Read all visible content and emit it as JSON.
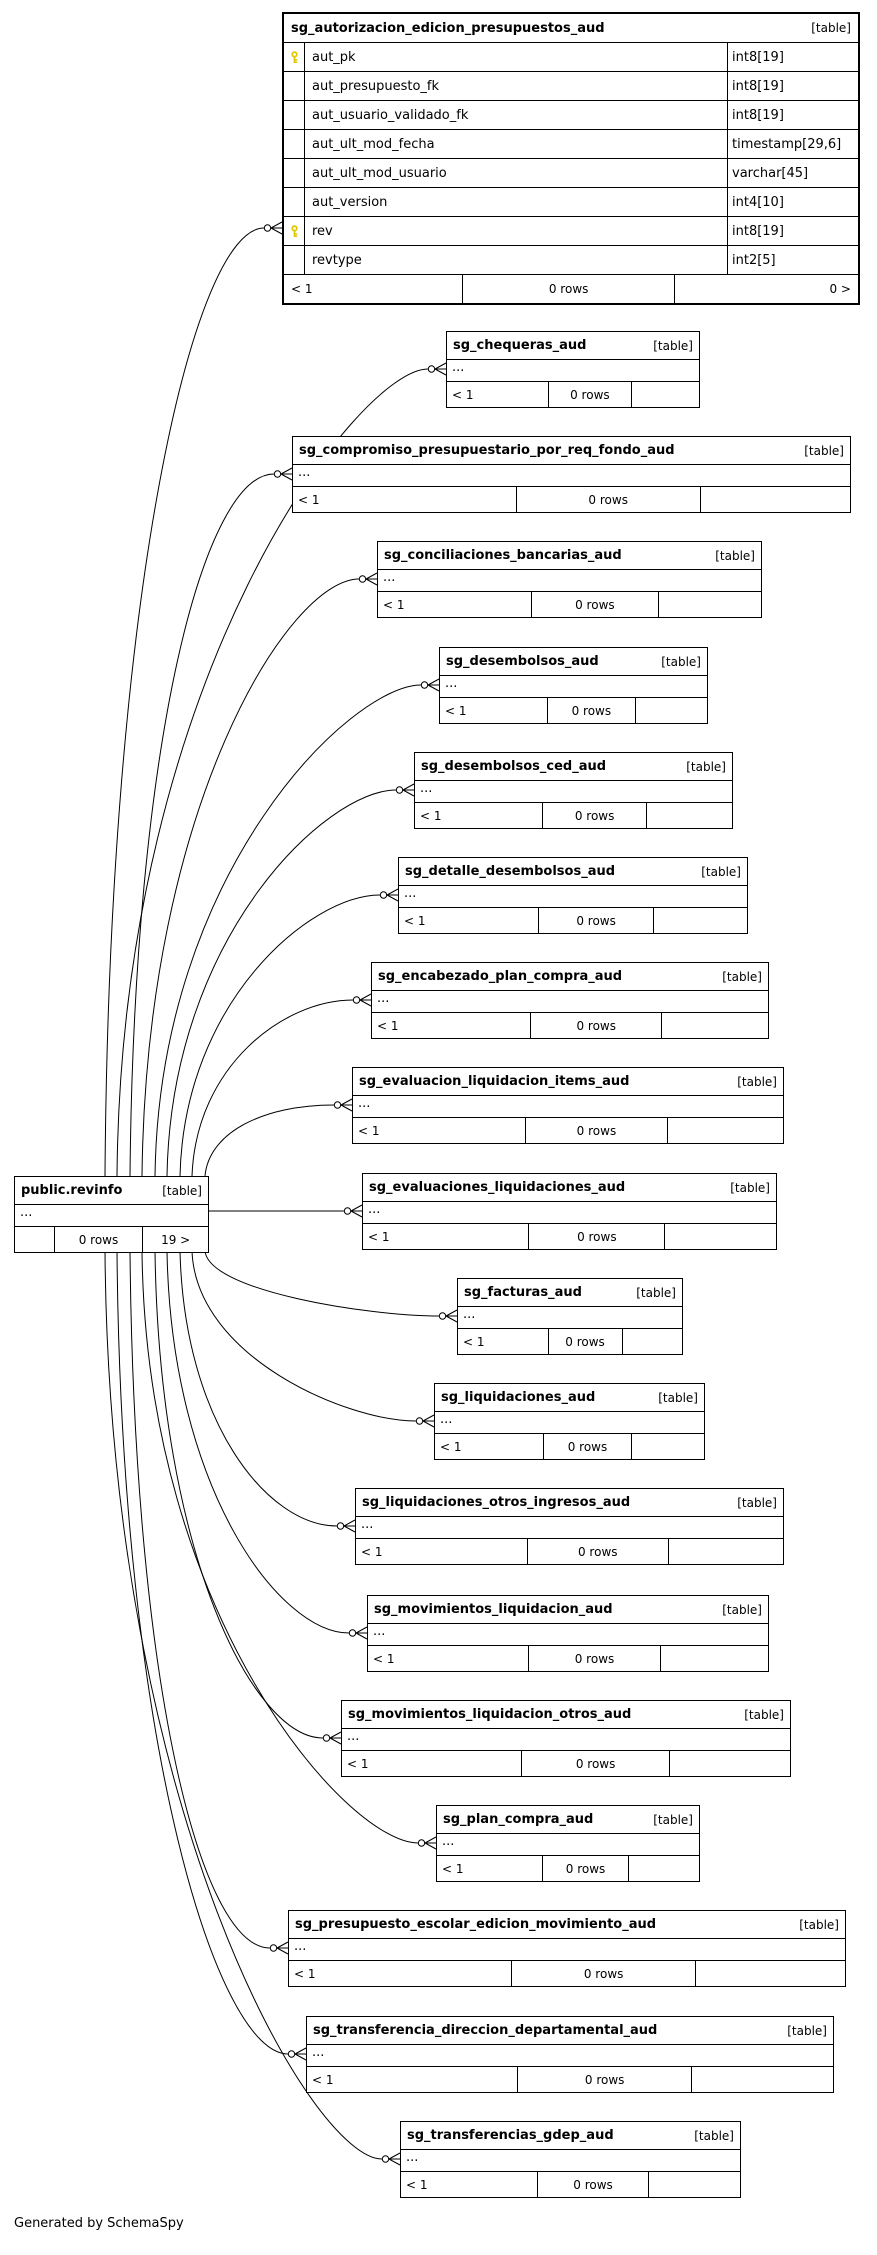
{
  "generator_note": "Generated by SchemaSpy",
  "colors": {
    "background": "#ffffff",
    "border": "#000000",
    "primary_key_icon": "#dfc700"
  },
  "main_table": {
    "name": "sg_autorizacion_edicion_presupuestos_aud",
    "tag": "[table]",
    "columns": [
      {
        "name": "aut_pk",
        "type": "int8[19]",
        "key": true
      },
      {
        "name": "aut_presupuesto_fk",
        "type": "int8[19]",
        "key": false
      },
      {
        "name": "aut_usuario_validado_fk",
        "type": "int8[19]",
        "key": false
      },
      {
        "name": "aut_ult_mod_fecha",
        "type": "timestamp[29,6]",
        "key": false
      },
      {
        "name": "aut_ult_mod_usuario",
        "type": "varchar[45]",
        "key": false
      },
      {
        "name": "aut_version",
        "type": "int4[10]",
        "key": false
      },
      {
        "name": "rev",
        "type": "int8[19]",
        "key": true
      },
      {
        "name": "revtype",
        "type": "int2[5]",
        "key": false
      }
    ],
    "footer": {
      "left": "< 1",
      "center": "0 rows",
      "right": "0 >"
    }
  },
  "revinfo": {
    "name": "public.revinfo",
    "tag": "[table]",
    "ellipsis": "...",
    "footer": {
      "left": "",
      "center": "0 rows",
      "right": "19 >"
    }
  },
  "related_tables": [
    {
      "name": "sg_chequeras_aud",
      "tag": "[table]",
      "ellipsis": "...",
      "footer": {
        "left": "< 1",
        "center": "0 rows",
        "right": ""
      }
    },
    {
      "name": "sg_compromiso_presupuestario_por_req_fondo_aud",
      "tag": "[table]",
      "ellipsis": "...",
      "footer": {
        "left": "< 1",
        "center": "0 rows",
        "right": ""
      }
    },
    {
      "name": "sg_conciliaciones_bancarias_aud",
      "tag": "[table]",
      "ellipsis": "...",
      "footer": {
        "left": "< 1",
        "center": "0 rows",
        "right": ""
      }
    },
    {
      "name": "sg_desembolsos_aud",
      "tag": "[table]",
      "ellipsis": "...",
      "footer": {
        "left": "< 1",
        "center": "0 rows",
        "right": ""
      }
    },
    {
      "name": "sg_desembolsos_ced_aud",
      "tag": "[table]",
      "ellipsis": "...",
      "footer": {
        "left": "< 1",
        "center": "0 rows",
        "right": ""
      }
    },
    {
      "name": "sg_detalle_desembolsos_aud",
      "tag": "[table]",
      "ellipsis": "...",
      "footer": {
        "left": "< 1",
        "center": "0 rows",
        "right": ""
      }
    },
    {
      "name": "sg_encabezado_plan_compra_aud",
      "tag": "[table]",
      "ellipsis": "...",
      "footer": {
        "left": "< 1",
        "center": "0 rows",
        "right": ""
      }
    },
    {
      "name": "sg_evaluacion_liquidacion_items_aud",
      "tag": "[table]",
      "ellipsis": "...",
      "footer": {
        "left": "< 1",
        "center": "0 rows",
        "right": ""
      }
    },
    {
      "name": "sg_evaluaciones_liquidaciones_aud",
      "tag": "[table]",
      "ellipsis": "...",
      "footer": {
        "left": "< 1",
        "center": "0 rows",
        "right": ""
      }
    },
    {
      "name": "sg_facturas_aud",
      "tag": "[table]",
      "ellipsis": "...",
      "footer": {
        "left": "< 1",
        "center": "0 rows",
        "right": ""
      }
    },
    {
      "name": "sg_liquidaciones_aud",
      "tag": "[table]",
      "ellipsis": "...",
      "footer": {
        "left": "< 1",
        "center": "0 rows",
        "right": ""
      }
    },
    {
      "name": "sg_liquidaciones_otros_ingresos_aud",
      "tag": "[table]",
      "ellipsis": "...",
      "footer": {
        "left": "< 1",
        "center": "0 rows",
        "right": ""
      }
    },
    {
      "name": "sg_movimientos_liquidacion_aud",
      "tag": "[table]",
      "ellipsis": "...",
      "footer": {
        "left": "< 1",
        "center": "0 rows",
        "right": ""
      }
    },
    {
      "name": "sg_movimientos_liquidacion_otros_aud",
      "tag": "[table]",
      "ellipsis": "...",
      "footer": {
        "left": "< 1",
        "center": "0 rows",
        "right": ""
      }
    },
    {
      "name": "sg_plan_compra_aud",
      "tag": "[table]",
      "ellipsis": "...",
      "footer": {
        "left": "< 1",
        "center": "0 rows",
        "right": ""
      }
    },
    {
      "name": "sg_presupuesto_escolar_edicion_movimiento_aud",
      "tag": "[table]",
      "ellipsis": "...",
      "footer": {
        "left": "< 1",
        "center": "0 rows",
        "right": ""
      }
    },
    {
      "name": "sg_transferencia_direccion_departamental_aud",
      "tag": "[table]",
      "ellipsis": "...",
      "footer": {
        "left": "< 1",
        "center": "0 rows",
        "right": ""
      }
    },
    {
      "name": "sg_transferencias_gdep_aud",
      "tag": "[table]",
      "ellipsis": "...",
      "footer": {
        "left": "< 1",
        "center": "0 rows",
        "right": ""
      }
    }
  ]
}
